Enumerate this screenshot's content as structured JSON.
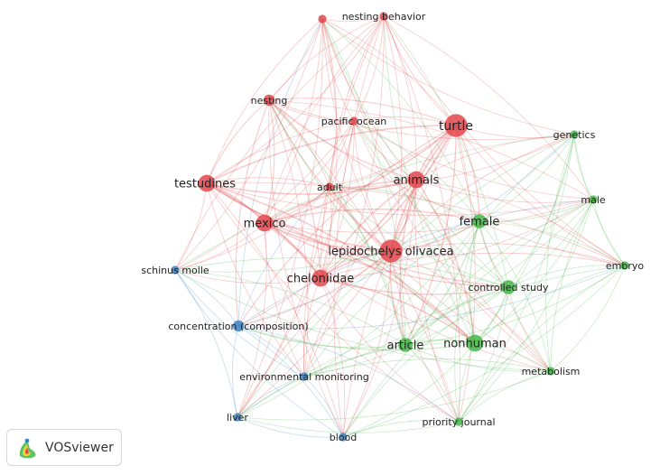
{
  "palette": {
    "red": "#e2474c",
    "green": "#46b64a",
    "blue": "#3d84c6"
  },
  "nodes": [
    {
      "id": "nesting behavior",
      "label": "nesting behavior",
      "cluster": "red",
      "weight": 1
    },
    {
      "id": "unlabeled-top",
      "label": "",
      "cluster": "red",
      "weight": 1
    },
    {
      "id": "nesting",
      "label": "nesting",
      "cluster": "red",
      "weight": 2
    },
    {
      "id": "pacific ocean",
      "label": "pacific ocean",
      "cluster": "red",
      "weight": 1
    },
    {
      "id": "turtle",
      "label": "turtle",
      "cluster": "red",
      "weight": 6
    },
    {
      "id": "testudines",
      "label": "testudines",
      "cluster": "red",
      "weight": 4
    },
    {
      "id": "adult",
      "label": "adult",
      "cluster": "red",
      "weight": 1
    },
    {
      "id": "animals",
      "label": "animals",
      "cluster": "red",
      "weight": 4
    },
    {
      "id": "mexico",
      "label": "mexico",
      "cluster": "red",
      "weight": 4
    },
    {
      "id": "lepidochelys olivacea",
      "label": "lepidochelys olivacea",
      "cluster": "red",
      "weight": 6
    },
    {
      "id": "cheloniidae",
      "label": "cheloniidae",
      "cluster": "red",
      "weight": 4
    },
    {
      "id": "genetics",
      "label": "genetics",
      "cluster": "green",
      "weight": 1
    },
    {
      "id": "male",
      "label": "male",
      "cluster": "green",
      "weight": 1
    },
    {
      "id": "female",
      "label": "female",
      "cluster": "green",
      "weight": 3
    },
    {
      "id": "embryo",
      "label": "embryo",
      "cluster": "green",
      "weight": 1
    },
    {
      "id": "controlled study",
      "label": "controlled study",
      "cluster": "green",
      "weight": 3
    },
    {
      "id": "article",
      "label": "article",
      "cluster": "green",
      "weight": 3
    },
    {
      "id": "nonhuman",
      "label": "nonhuman",
      "cluster": "green",
      "weight": 4
    },
    {
      "id": "metabolism",
      "label": "metabolism",
      "cluster": "green",
      "weight": 1
    },
    {
      "id": "priority journal",
      "label": "priority journal",
      "cluster": "green",
      "weight": 1
    },
    {
      "id": "schinus molle",
      "label": "schinus molle",
      "cluster": "blue",
      "weight": 1
    },
    {
      "id": "concentration (composition)",
      "label": "concentration (composition)",
      "cluster": "blue",
      "weight": 2
    },
    {
      "id": "environmental monitoring",
      "label": "environmental monitoring",
      "cluster": "blue",
      "weight": 1
    },
    {
      "id": "liver",
      "label": "liver",
      "cluster": "blue",
      "weight": 1
    },
    {
      "id": "blood",
      "label": "blood",
      "cluster": "blue",
      "weight": 1
    }
  ],
  "badge": {
    "logo_icon": "vosviewer-logo-icon",
    "text": "VOSviewer"
  }
}
